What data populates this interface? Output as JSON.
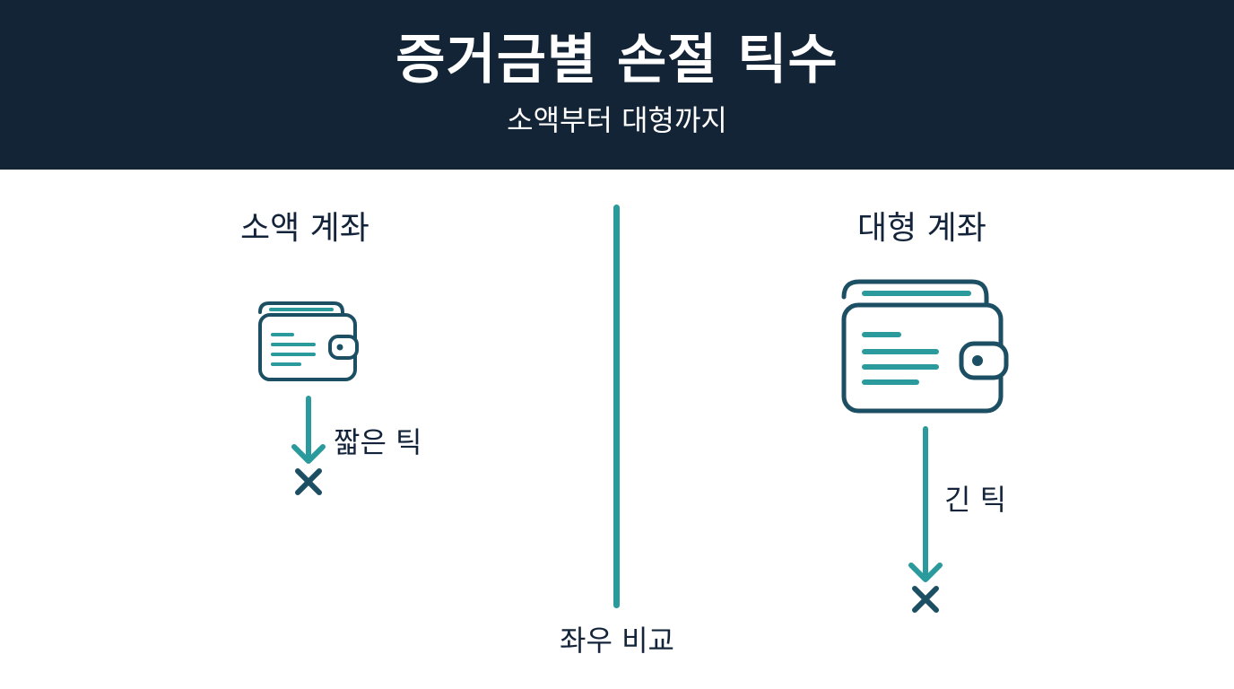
{
  "header": {
    "title": "증거금별 손절 틱수",
    "subtitle": "소액부터 대형까지"
  },
  "left": {
    "heading": "소액 계좌",
    "tick_label": "짧은 틱",
    "icon": "wallet-icon",
    "marker": "x-icon"
  },
  "right": {
    "heading": "대형 계좌",
    "tick_label": "긴 틱",
    "icon": "wallet-icon",
    "marker": "x-icon"
  },
  "footer": {
    "label": "좌우 비교"
  },
  "colors": {
    "header_bg": "#132436",
    "teal": "#2a9a9c",
    "navy": "#1c4f63",
    "text": "#13243a"
  }
}
